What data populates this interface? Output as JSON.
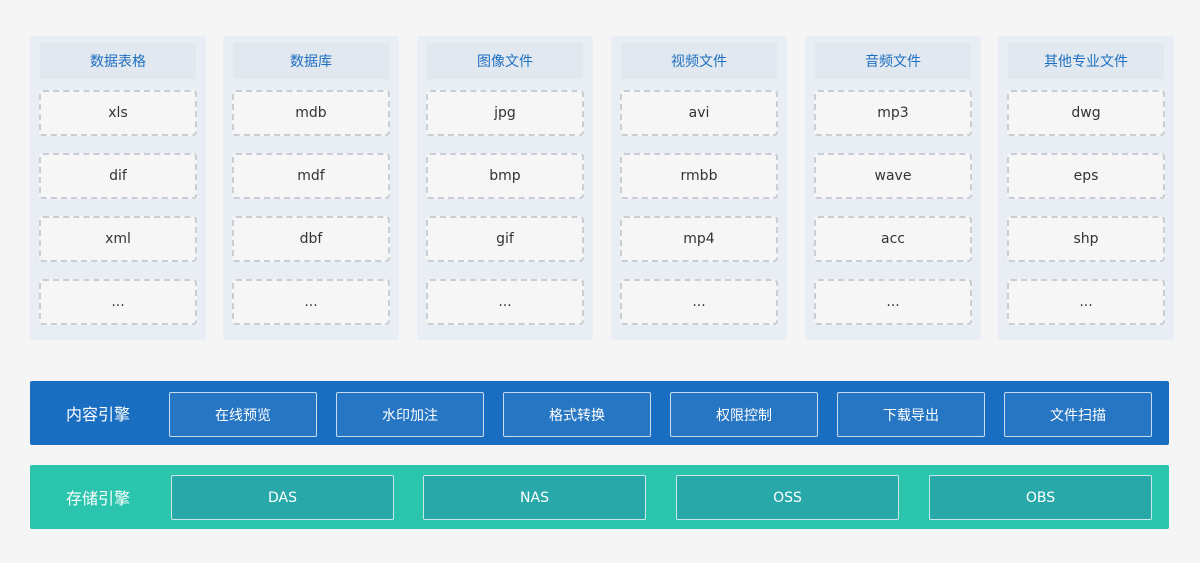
{
  "columns": [
    {
      "title": "数据表格",
      "items": [
        "xls",
        "dif",
        "xml",
        "..."
      ]
    },
    {
      "title": "数据库",
      "items": [
        "mdb",
        "mdf",
        "dbf",
        "..."
      ]
    },
    {
      "title": "图像文件",
      "items": [
        "jpg",
        "bmp",
        "gif",
        "..."
      ]
    },
    {
      "title": "视频文件",
      "items": [
        "avi",
        "rmbb",
        "mp4",
        "..."
      ]
    },
    {
      "title": "音频文件",
      "items": [
        "mp3",
        "wave",
        "acc",
        "..."
      ]
    },
    {
      "title": "其他专业文件",
      "items": [
        "dwg",
        "eps",
        "shp",
        "..."
      ]
    }
  ],
  "content_engine": {
    "title": "内容引擎",
    "items": [
      "在线预览",
      "水印加注",
      "格式转换",
      "权限控制",
      "下载导出",
      "文件扫描"
    ]
  },
  "storage_engine": {
    "title": "存储引擎",
    "items": [
      "DAS",
      "NAS",
      "OSS",
      "OBS"
    ]
  },
  "colors": {
    "content_band": "#1a6ec1",
    "storage_band": "#2bc4ad",
    "column_title": "#1f6fc0"
  }
}
